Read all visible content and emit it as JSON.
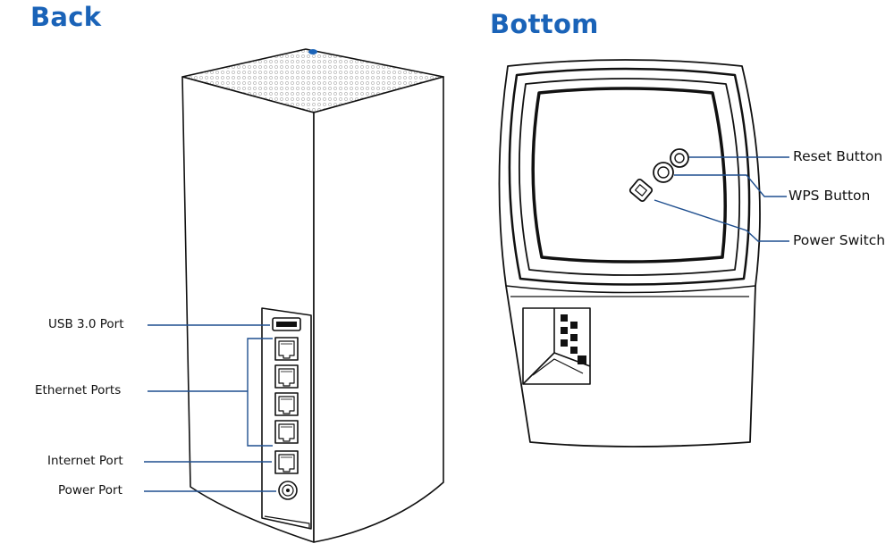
{
  "back": {
    "heading": "Back",
    "labels": {
      "usb": "USB 3.0 Port",
      "ethernet": "Ethernet Ports",
      "internet": "Internet Port",
      "power": "Power Port"
    }
  },
  "bottom": {
    "heading": "Bottom",
    "labels": {
      "reset": "Reset Button",
      "wps": "WPS Button",
      "power_switch": "Power Switch"
    }
  },
  "colors": {
    "heading": "#1a63b8",
    "callout_line": "#1f4f8f",
    "outline": "#111111"
  }
}
